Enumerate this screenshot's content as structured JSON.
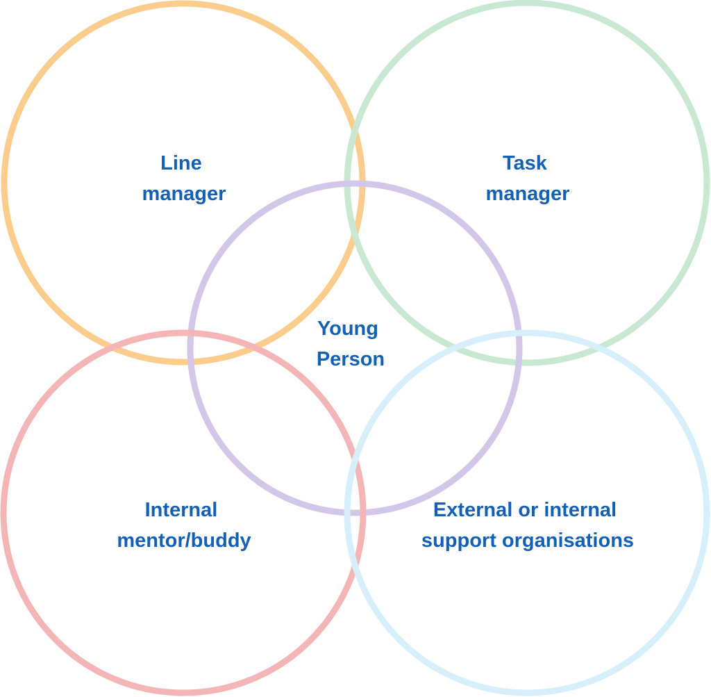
{
  "diagram": {
    "circles": [
      {
        "id": "line-manager",
        "color": "#fbcd8c",
        "label_lines": [
          "Line",
          "manager"
        ]
      },
      {
        "id": "task-manager",
        "color": "#c8e8d2",
        "label_lines": [
          "Task",
          "manager"
        ]
      },
      {
        "id": "young-person",
        "color": "#d2c7e8",
        "label_lines": [
          "Young",
          "Person"
        ]
      },
      {
        "id": "internal-mentor",
        "color": "#f3b5b5",
        "label_lines": [
          "Internal",
          "mentor/buddy"
        ]
      },
      {
        "id": "external-support",
        "color": "#d7eefb",
        "label_lines": [
          "External or internal",
          "support organisations"
        ]
      }
    ],
    "text_color": "#1360b5"
  }
}
